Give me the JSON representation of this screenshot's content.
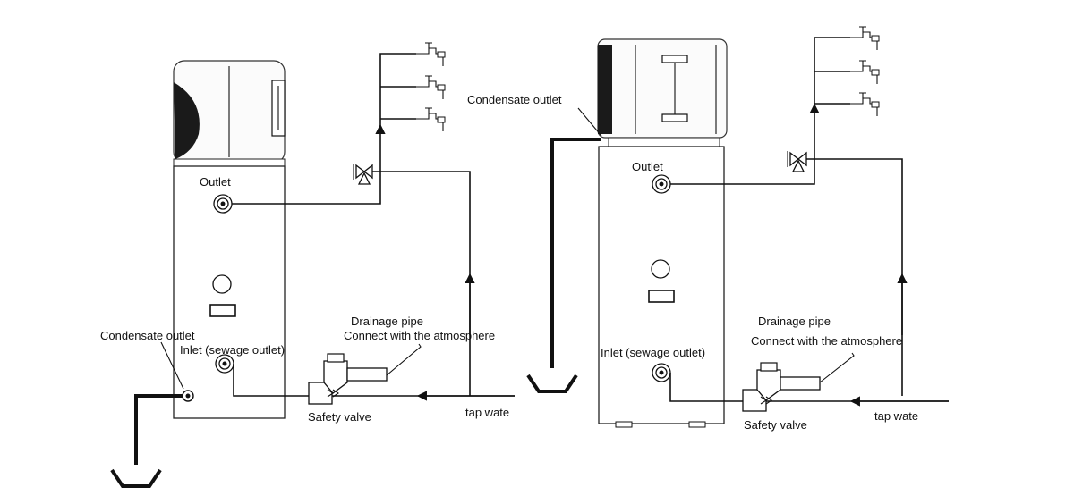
{
  "left_system": {
    "labels": {
      "outlet": "Outlet",
      "condensate_outlet": "Condensate outlet",
      "inlet": "Inlet (sewage outlet)",
      "drainage_pipe": "Drainage pipe",
      "connect_atmosphere": "Connect with the atmosphere",
      "safety_valve": "Safety valve",
      "tap_water": "tap wate"
    }
  },
  "right_system": {
    "labels": {
      "condensate_outlet": "Condensate outlet",
      "outlet": "Outlet",
      "inlet": "Inlet (sewage outlet)",
      "drainage_pipe": "Drainage pipe",
      "connect_atmosphere": "Connect with the atmosphere",
      "safety_valve": "Safety valve",
      "tap_water": "tap wate"
    }
  },
  "icons": [
    "faucet-icon",
    "three-way-valve-icon",
    "safety-valve-icon",
    "drain-basin-icon",
    "arrow-icon"
  ]
}
